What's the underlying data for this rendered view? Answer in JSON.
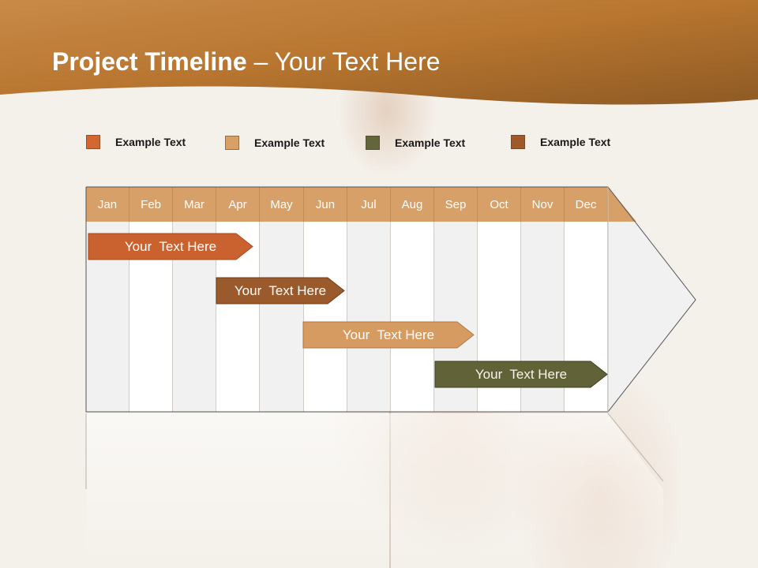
{
  "title": {
    "bold": "Project Timeline",
    "rest": " – Your Text Here"
  },
  "colors": {
    "header": "#b8752f",
    "header_light": "#d6904a",
    "month_header": "#d7a069",
    "task1": "#c9622e",
    "task2": "#9b5a2b",
    "task3": "#d59b60",
    "task4": "#626238"
  },
  "legend": [
    {
      "label": "Example Text",
      "color": "#d4662f"
    },
    {
      "label": "Example Text",
      "color": "#d9a066"
    },
    {
      "label": "Example Text",
      "color": "#63653a"
    },
    {
      "label": "Example Text",
      "color": "#9e5a2b"
    }
  ],
  "months": [
    "Jan",
    "Feb",
    "Mar",
    "Apr",
    "May",
    "Jun",
    "Jul",
    "Aug",
    "Sep",
    "Oct",
    "Nov",
    "Dec"
  ],
  "tasks": [
    {
      "label": "Your  Text Here",
      "color": "#c9622e"
    },
    {
      "label": "Your  Text Here",
      "color": "#9b5a2b"
    },
    {
      "label": "Your  Text Here",
      "color": "#d59b60"
    },
    {
      "label": "Your  Text Here",
      "color": "#626238"
    }
  ]
}
